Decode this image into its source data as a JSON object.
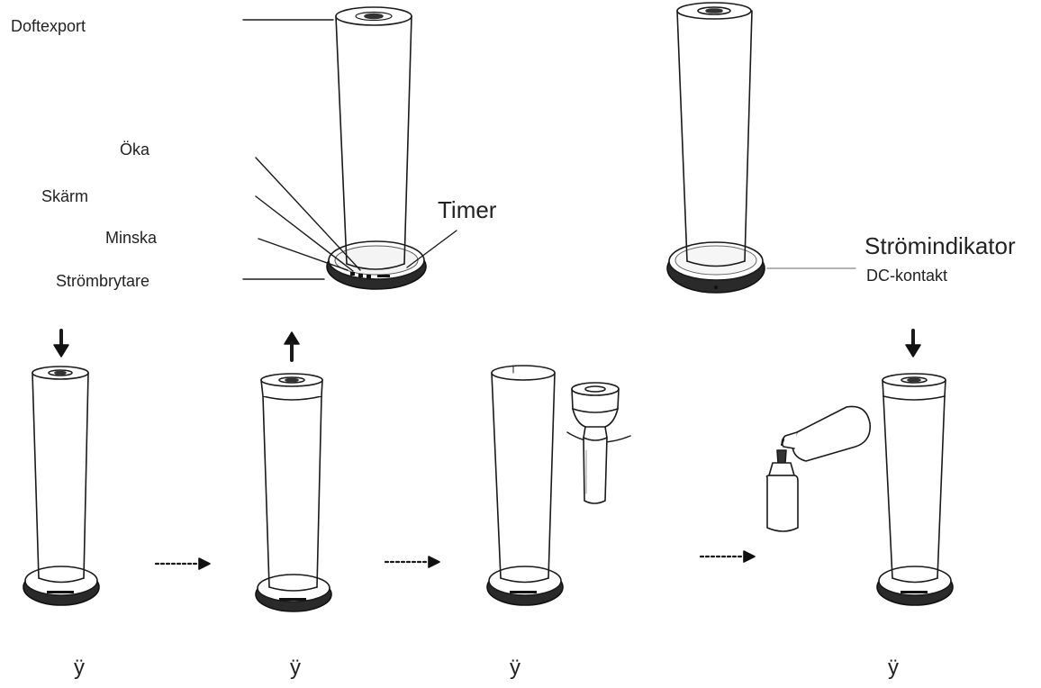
{
  "labels": {
    "doftexport": "Doftexport",
    "oka": "Öka",
    "skarm": "Skärm",
    "minska": "Minska",
    "strombrytare": "Strömbrytare",
    "timer": "Timer",
    "stromindikator": "Strömindikator",
    "dc_kontakt": "DC-kontakt"
  },
  "steps": [
    "ÿ",
    "ÿ",
    "ÿ",
    "ÿ"
  ]
}
